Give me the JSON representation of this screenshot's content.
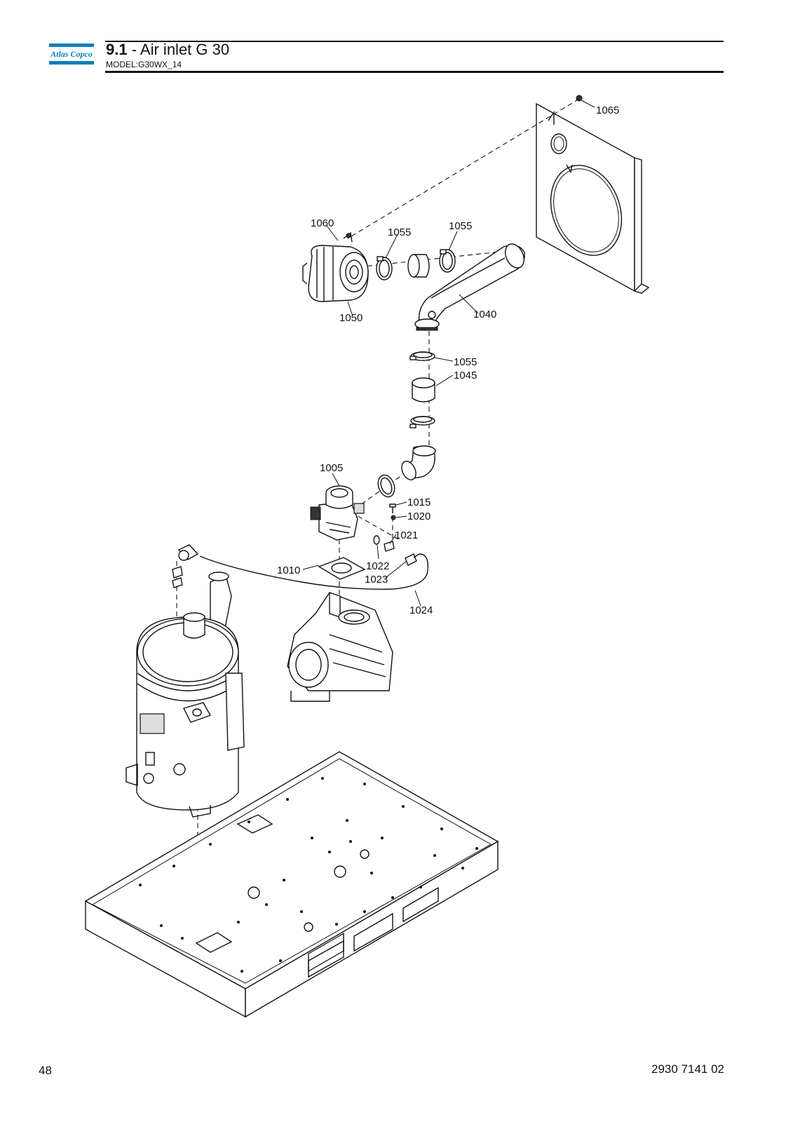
{
  "header": {
    "brand": "Atlas Copco",
    "section_number": "9.1",
    "section_title": " - Air inlet G 30",
    "model": "MODEL:G30WX_14"
  },
  "colors": {
    "brand_blue": "#0a7fb8",
    "rule": "#111111"
  },
  "diagram": {
    "callouts": {
      "c1065": "1065",
      "c1060": "1060",
      "c1055a": "1055",
      "c1055b": "1055",
      "c1050": "1050",
      "c1040": "1040",
      "c1055c": "1055",
      "c1045": "1045",
      "c1005": "1005",
      "c1015": "1015",
      "c1020": "1020",
      "c1021": "1021",
      "c1010": "1010",
      "c1022": "1022",
      "c1023": "1023",
      "c1024": "1024"
    }
  },
  "footer": {
    "page_number": "48",
    "document_number": "2930 7141 02"
  }
}
